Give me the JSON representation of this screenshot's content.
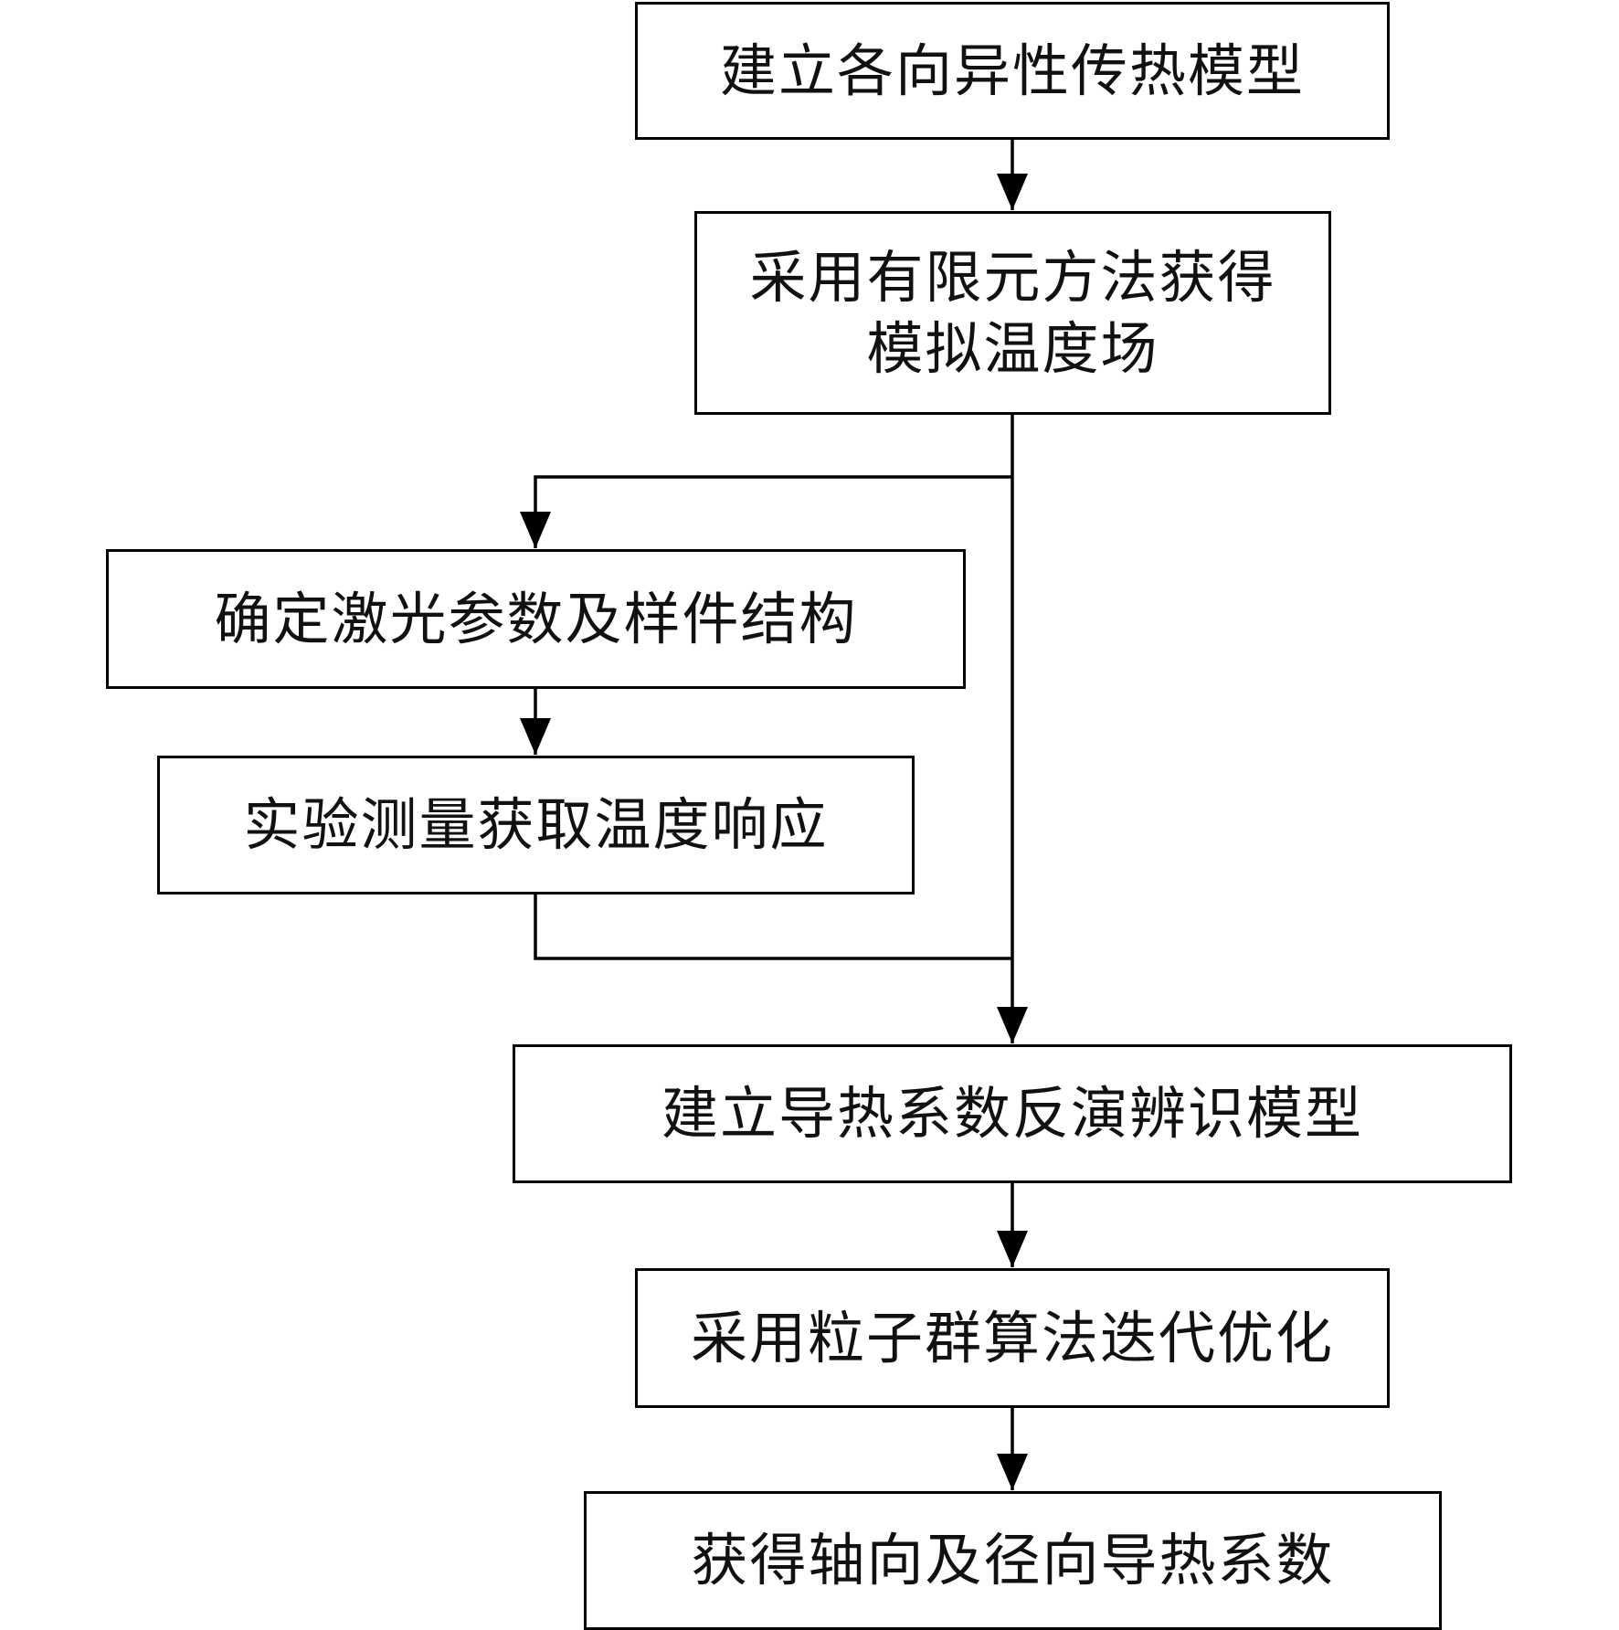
{
  "steps": {
    "s1": "建立各向异性传热模型",
    "s2": [
      "采用有限元方法获得",
      "模拟温度场"
    ],
    "s3": "确定激光参数及样件结构",
    "s4": "实验测量获取温度响应",
    "s5": "建立导热系数反演辨识模型",
    "s6": "采用粒子群算法迭代优化",
    "s7": "获得轴向及径向导热系数"
  },
  "colors": {
    "stroke": "#000000",
    "background": "#ffffff"
  }
}
